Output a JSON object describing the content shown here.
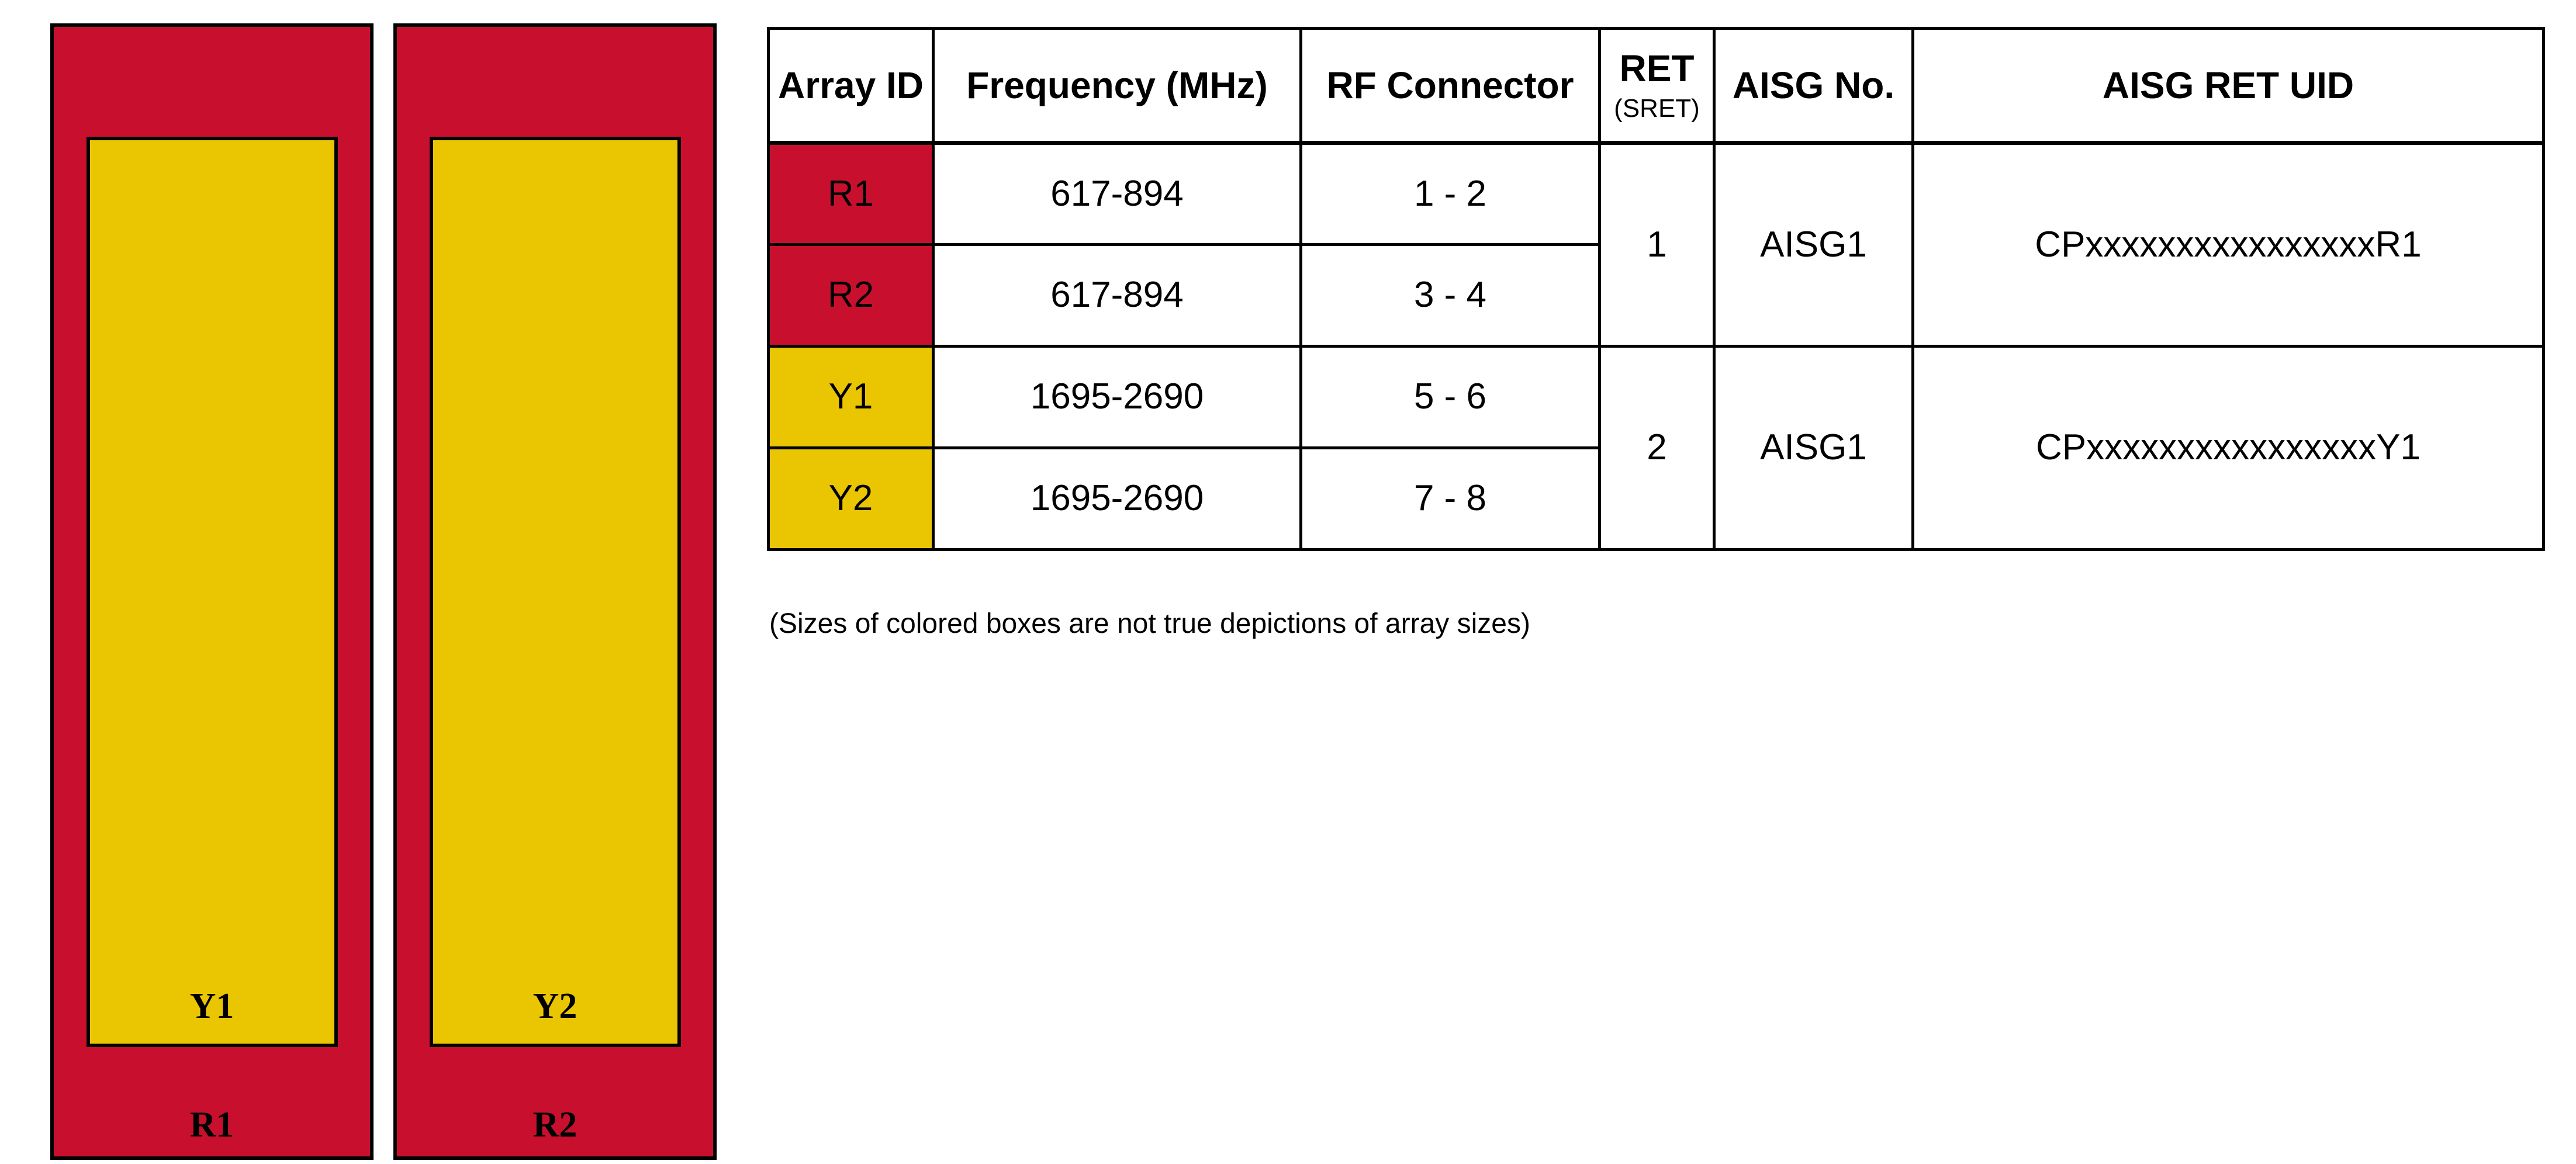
{
  "colors": {
    "red": "#C8102E",
    "yellow": "#EAC502",
    "ink": "#000000"
  },
  "panel": {
    "boxes": [
      {
        "outer_label": "R1",
        "inner_label": "Y1"
      },
      {
        "outer_label": "R2",
        "inner_label": "Y2"
      }
    ]
  },
  "table": {
    "headers": {
      "array_id": "Array ID",
      "frequency": "Frequency (MHz)",
      "rf_connector": "RF Connector",
      "ret_line1": "RET",
      "ret_line2": "(SRET)",
      "aisg_no": "AISG No.",
      "aisg_ret_uid": "AISG RET UID"
    },
    "rows": [
      {
        "array_id": "R1",
        "frequency": "617-894",
        "rf_connector": "1 - 2"
      },
      {
        "array_id": "R2",
        "frequency": "617-894",
        "rf_connector": "3 - 4"
      },
      {
        "array_id": "Y1",
        "frequency": "1695-2690",
        "rf_connector": "5 - 6"
      },
      {
        "array_id": "Y2",
        "frequency": "1695-2690",
        "rf_connector": "7 - 8"
      }
    ],
    "groups": [
      {
        "ret": "1",
        "aisg_no": "AISG1",
        "aisg_ret_uid": "CPxxxxxxxxxxxxxxxxR1"
      },
      {
        "ret": "2",
        "aisg_no": "AISG1",
        "aisg_ret_uid": "CPxxxxxxxxxxxxxxxxY1"
      }
    ]
  },
  "footnote": "(Sizes of colored boxes are not true depictions of array sizes)"
}
